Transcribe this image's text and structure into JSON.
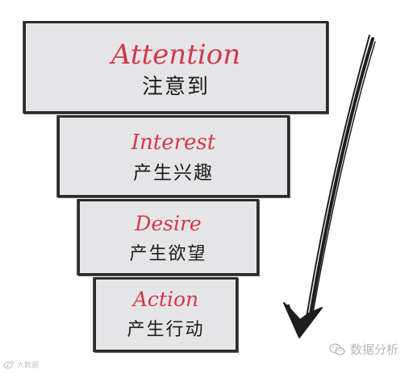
{
  "funnel": {
    "layers": [
      {
        "en": "Attention",
        "zh": "注意到"
      },
      {
        "en": "Interest",
        "zh": "产生兴趣"
      },
      {
        "en": "Desire",
        "zh": "产生欲望"
      },
      {
        "en": "Action",
        "zh": "产生行动"
      }
    ]
  },
  "watermarks": {
    "right_text": "数据分析",
    "right_icon": "wechat-icon",
    "left_text": "大数据",
    "left_icon": "weibo-icon"
  },
  "colors": {
    "english_label": "#d2394a",
    "chinese_label": "#1c1c1c",
    "layer_fill": "#e5e5e7",
    "outline": "#2b2b2b",
    "arrow": "#1e1e1e",
    "watermark": "#b9b9b9"
  },
  "icons": {
    "arrow": "down-arrow-icon"
  }
}
